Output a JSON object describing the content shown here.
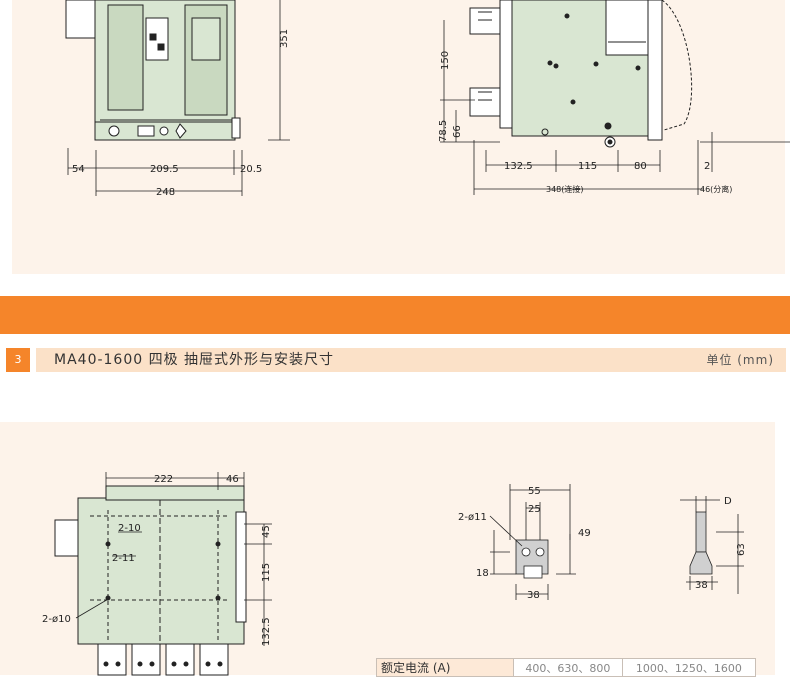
{
  "section": {
    "number": "3",
    "title": "MA40-1600 四极 抽屉式外形与安装尺寸",
    "unit": "单位 (mm)"
  },
  "top_drawings": {
    "left_dims": {
      "d351": "351",
      "d54": "54",
      "d209": "209.5",
      "d20": "20.5",
      "d248": "248"
    },
    "right_dims": {
      "d150": "150",
      "d78": "78.5",
      "d66": "66",
      "d132": "132.5",
      "d115": "115",
      "d80": "80",
      "d2": "2",
      "d348": "348(连接)",
      "d46": "46(分离)"
    }
  },
  "bottom_drawings": {
    "front_dims": {
      "d222": "222",
      "d46": "46",
      "d210": "2-10",
      "d211": "2-11",
      "d45": "45",
      "d115": "115",
      "d1325": "132.5",
      "d2phi10": "2-ø10"
    },
    "bar_dims": {
      "d55": "55",
      "d25": "25",
      "d2phi11": "2-ø11",
      "d49": "49",
      "d18": "18",
      "d38": "38"
    },
    "side_dims": {
      "dD": "D",
      "d63": "63",
      "d38": "38"
    }
  },
  "table": {
    "header": "额定电流 (A)",
    "col1": "400、630、800",
    "col2": "1000、1250、1600"
  },
  "colors": {
    "accent": "#f5852a",
    "panel": "#fdf3ea",
    "breaker": "#d9e6d2",
    "header_bar": "#fbe1c8"
  }
}
